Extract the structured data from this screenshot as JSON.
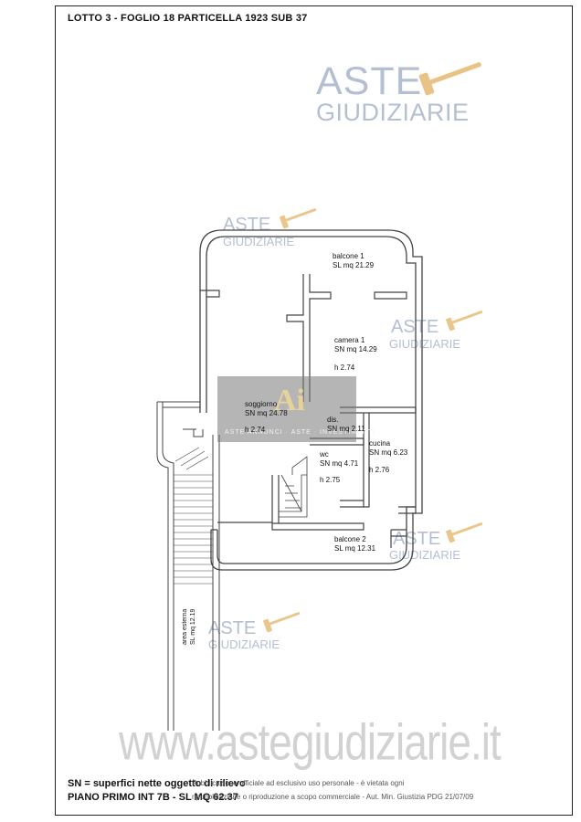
{
  "sheet": {
    "title": "LOTTO 3 - FOGLIO 18 PARTICELLA 1923 SUB 37",
    "legend_line1": "SN = superfici nette oggetto di rilievo",
    "legend_line2": "PIANO PRIMO INT 7B - SL MQ 62.37",
    "notice_line1": "Pubblicazione ufficiale ad esclusivo uso personale - è vietata ogni",
    "notice_line2": "ripubblicazione o riproduzione a scopo commerciale - Aut. Min. Giustizia PDG 21/07/09"
  },
  "watermarks": {
    "brand_line1": "ASTE",
    "brand_line2": "GIUDIZIARIE",
    "url": "www.astegiudiziarie.it",
    "logo_caption": "ASTE ANNUNCI · ASTE · INVESTIMENTI",
    "logo_letters": "Ai",
    "color": "#b4bfd2"
  },
  "rooms": {
    "balcone1": {
      "name": "balcone 1",
      "area": "SL mq 21.29"
    },
    "camera1": {
      "name": "camera 1",
      "area": "SN mq 14.29",
      "height": "h 2.74"
    },
    "soggiorno": {
      "name": "soggiorno",
      "area": "SN mq 24.78",
      "height": "h 2.74"
    },
    "dis": {
      "name": "dis.",
      "area": "SN mq 2.11"
    },
    "cucina": {
      "name": "cucina",
      "area": "SN mq 6.23",
      "height": "h 2.76"
    },
    "wc": {
      "name": "wc",
      "area": "SN mq 4.71",
      "height": "h 2.75"
    },
    "balcone2": {
      "name": "balcone 2",
      "area": "SL mq 12.31"
    },
    "area_esterna": {
      "name": "area esterna",
      "area": "SL mq 12.19"
    }
  },
  "colors": {
    "wall": "#444444",
    "frame": "#222222",
    "watermark": "#b4bfd2",
    "gavel": "#e6b870"
  }
}
